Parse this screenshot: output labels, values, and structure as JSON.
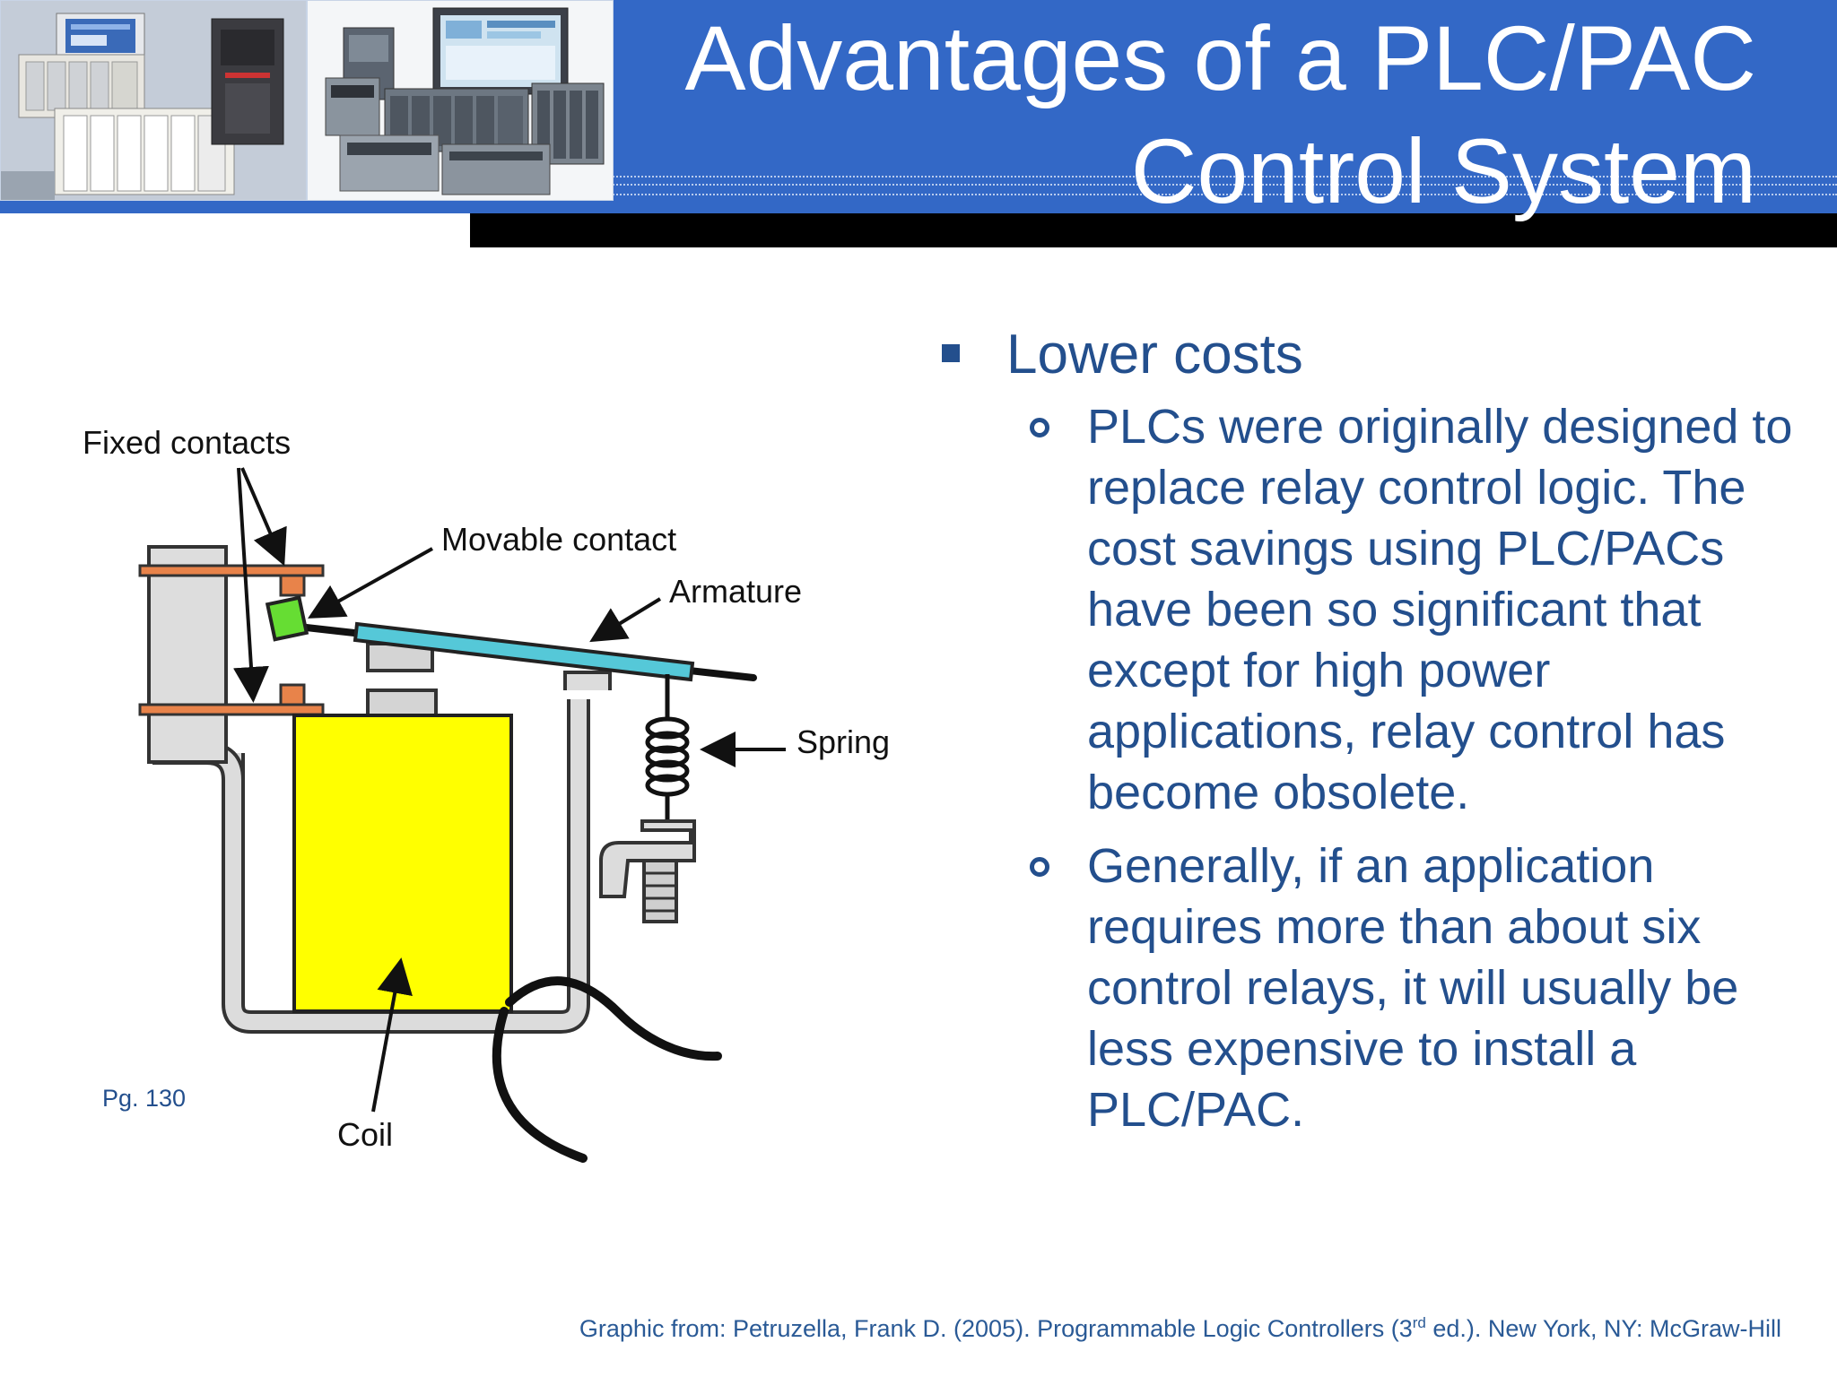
{
  "header": {
    "title_line1": "Advantages of a PLC/PAC",
    "title_line2": "Control System",
    "band_color": "#3368c6"
  },
  "content": {
    "heading": "Lower costs",
    "points": [
      "PLCs were originally designed to replace relay control logic. The cost savings using PLC/PACs have been so significant that except for high power applications, relay control has become obsolete.",
      "Generally, if an application requires more than about six control relays, it will usually be less expensive to install a PLC/PAC."
    ],
    "text_color": "#234f8d"
  },
  "diagram": {
    "labels": {
      "fixed_contacts": "Fixed contacts",
      "movable_contact": "Movable contact",
      "armature": "Armature",
      "spring": "Spring",
      "coil": "Coil"
    },
    "colors": {
      "coil": "#ffff00",
      "armature": "#55c8d8",
      "contact_arm": "#e8834a",
      "movable_contact": "#66dd33",
      "frame": "#dcdcdc"
    }
  },
  "footer": {
    "page_ref": "Pg. 130",
    "citation_prefix": "Graphic from:   Petruzella, Frank D. (2005). Programmable Logic Controllers (3",
    "citation_sup": "rd",
    "citation_suffix": " ed.). New York, NY: McGraw-Hill"
  }
}
